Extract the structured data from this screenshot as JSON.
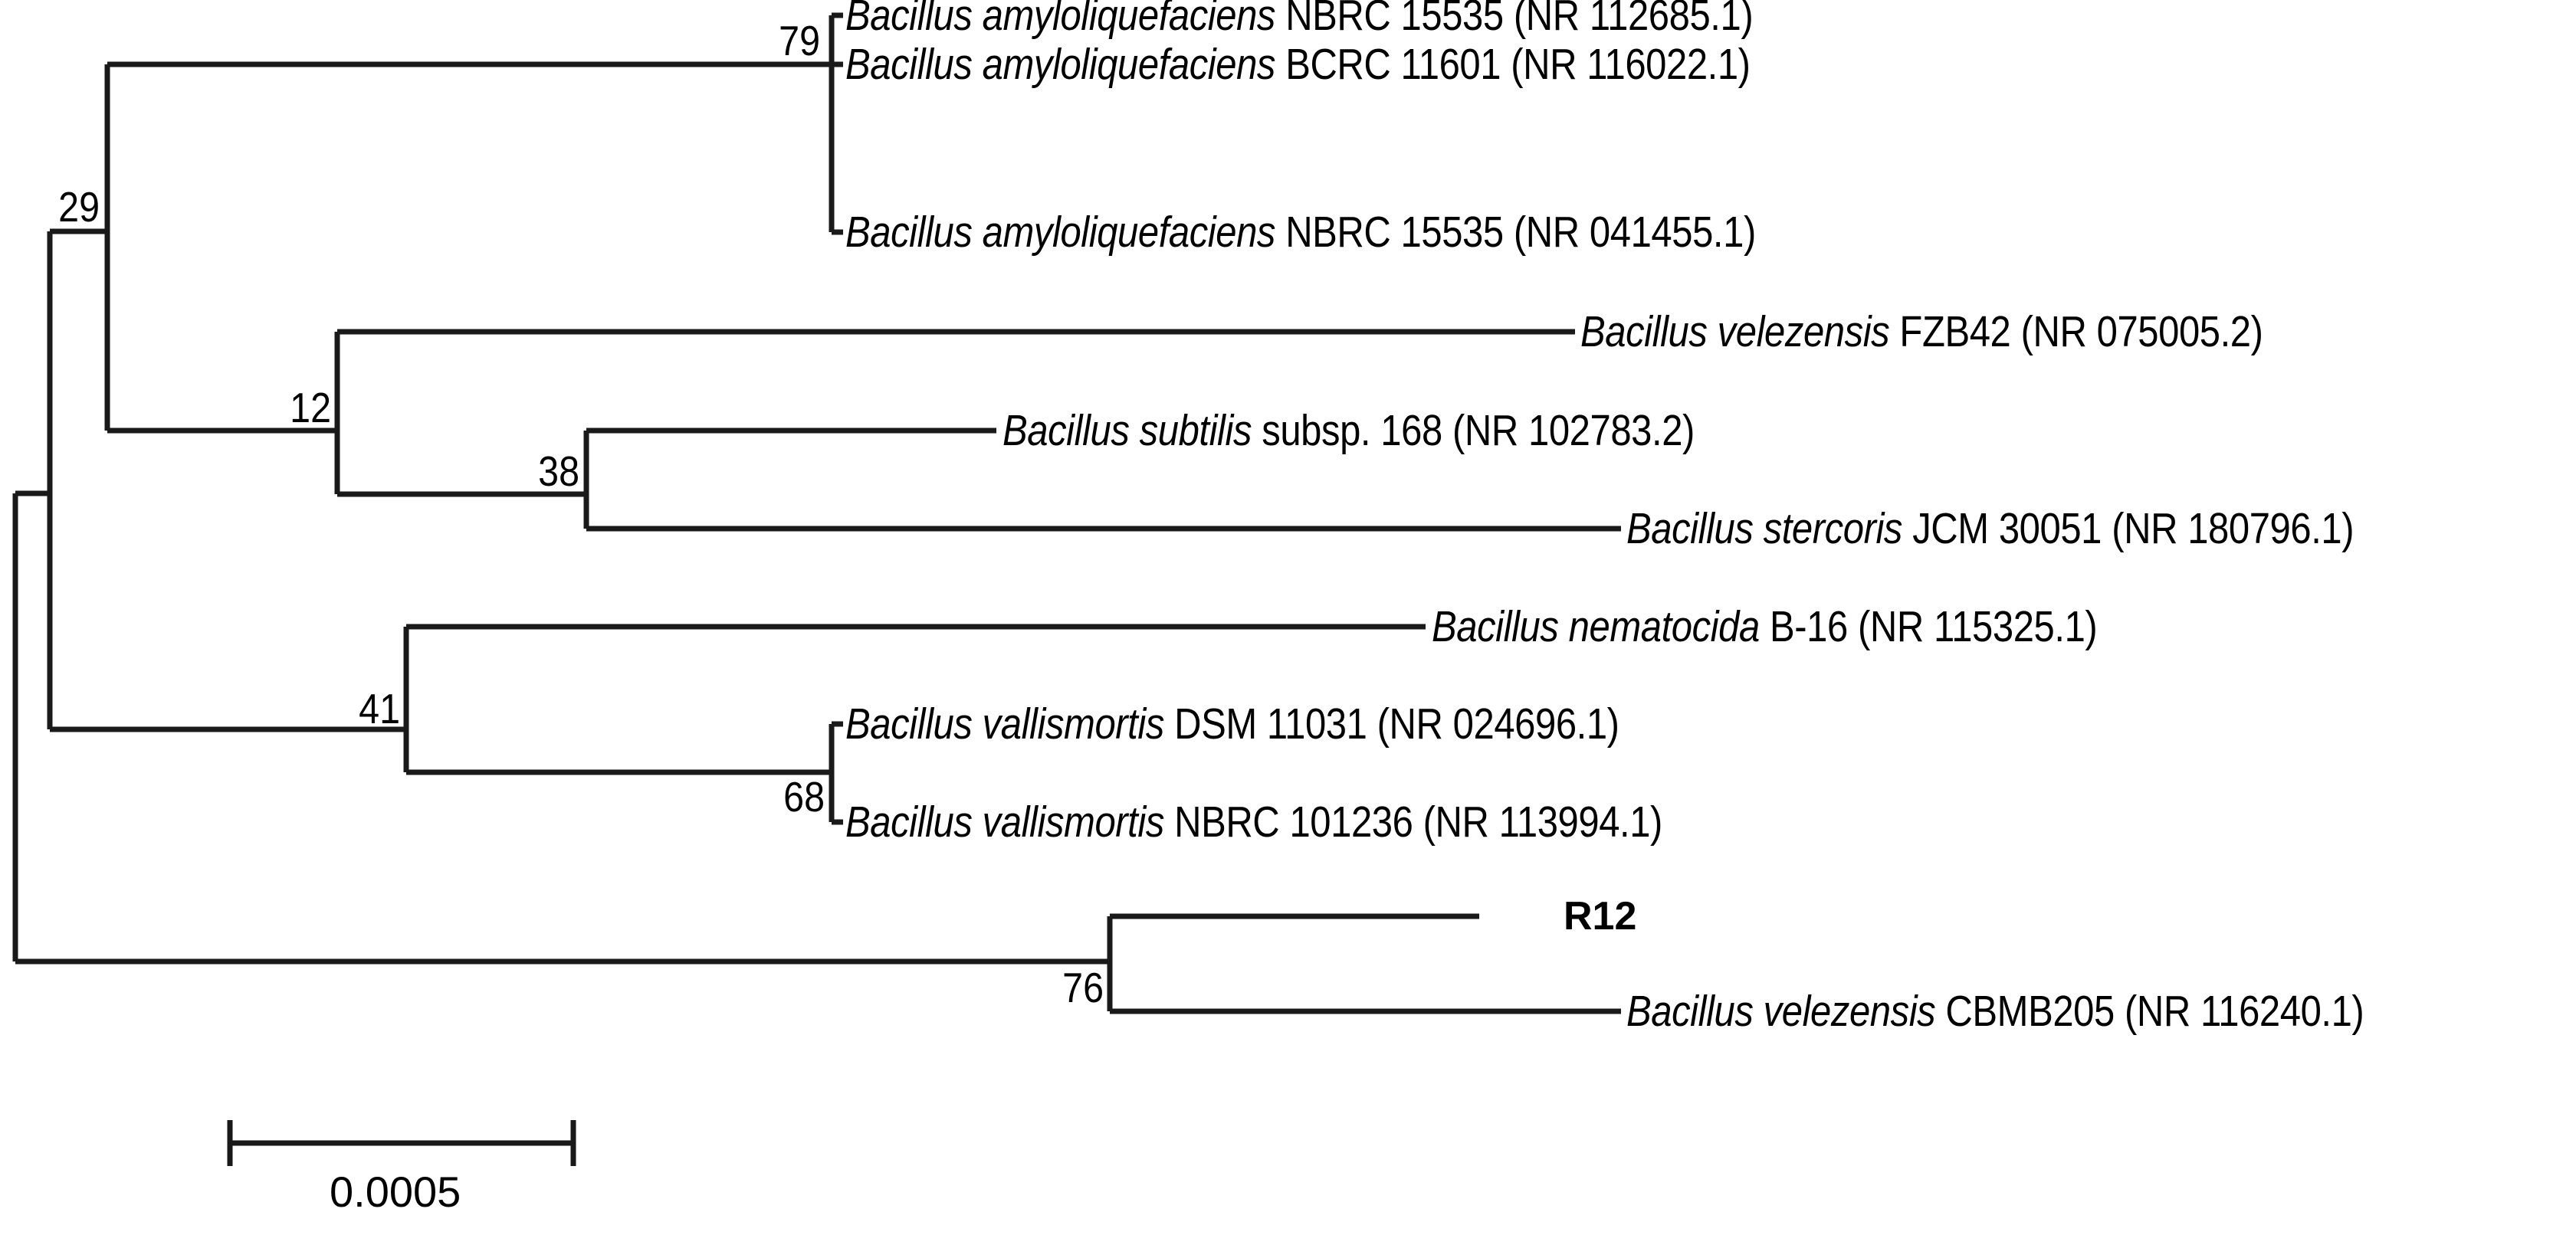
{
  "figure": {
    "type": "phylogenetic-tree",
    "kind": "rectangular-cladogram",
    "line_color": "#1a1a1a",
    "background_color": "#ffffff"
  },
  "chart_data": {
    "type": "table",
    "title": "",
    "taxa": [
      {
        "id": "leaf-1",
        "genus": "Bacillus",
        "species": "amyloliquefaciens",
        "strain": "NBRC 15535",
        "accession": "NR 112685.1",
        "full_label": "Bacillus amyloliquefaciens NBRC 15535 (NR 112685.1)"
      },
      {
        "id": "leaf-2",
        "genus": "Bacillus",
        "species": "amyloliquefaciens",
        "strain": "BCRC 11601",
        "accession": "NR 116022.1",
        "full_label": "Bacillus amyloliquefaciens BCRC 11601 (NR 116022.1)"
      },
      {
        "id": "leaf-3",
        "genus": "Bacillus",
        "species": "amyloliquefaciens",
        "strain": "NBRC 15535",
        "accession": "NR 041455.1",
        "full_label": "Bacillus amyloliquefaciens NBRC 15535 (NR 041455.1)"
      },
      {
        "id": "leaf-4",
        "genus": "Bacillus",
        "species": "velezensis",
        "strain": "FZB42",
        "accession": "NR 075005.2",
        "full_label": "Bacillus velezensis FZB42 (NR 075005.2)"
      },
      {
        "id": "leaf-5",
        "genus": "Bacillus",
        "species": "subtilis",
        "strain": "subsp. 168",
        "accession": "NR 102783.2",
        "full_label": "Bacillus subtilis subsp. 168 (NR 102783.2)"
      },
      {
        "id": "leaf-6",
        "genus": "Bacillus",
        "species": "stercoris",
        "strain": "JCM 30051",
        "accession": "NR 180796.1",
        "full_label": "Bacillus stercoris JCM 30051 (NR 180796.1)"
      },
      {
        "id": "leaf-7",
        "genus": "Bacillus",
        "species": "nematocida",
        "strain": "B-16",
        "accession": "NR 115325.1",
        "full_label": "Bacillus nematocida B-16 (NR 115325.1)"
      },
      {
        "id": "leaf-8",
        "genus": "Bacillus",
        "species": "vallismortis",
        "strain": "DSM 11031",
        "accession": "NR 024696.1",
        "full_label": "Bacillus vallismortis DSM 11031 (NR 024696.1)"
      },
      {
        "id": "leaf-9",
        "genus": "Bacillus",
        "species": "vallismortis",
        "strain": "NBRC 101236",
        "accession": "NR 113994.1",
        "full_label": "Bacillus vallismortis NBRC 101236 (NR 113994.1)"
      },
      {
        "id": "leaf-10",
        "genus": "",
        "species": "",
        "strain": "R12",
        "accession": "",
        "full_label": "R12"
      },
      {
        "id": "leaf-11",
        "genus": "Bacillus",
        "species": "velezensis",
        "strain": "CBMB205",
        "accession": "NR 116240.1",
        "full_label": "Bacillus velezensis CBMB205 (NR 116240.1)"
      }
    ],
    "bootstrap_values": [
      79,
      29,
      12,
      38,
      41,
      68,
      76
    ],
    "scale_bar_value": "0.0005"
  },
  "leaves": {
    "leaf1": {
      "species_text": "Bacillus amyloliquefaciens",
      "strain_text": " NBRC 15535 (NR 112685.1)"
    },
    "leaf2": {
      "species_text": "Bacillus amyloliquefaciens",
      "strain_text": " BCRC 11601 (NR 116022.1)"
    },
    "leaf3": {
      "species_text": "Bacillus amyloliquefaciens",
      "strain_text": " NBRC 15535 (NR 041455.1)"
    },
    "leaf4": {
      "species_text": "Bacillus velezensis",
      "strain_text": " FZB42 (NR 075005.2)"
    },
    "leaf5": {
      "species_text": "Bacillus subtilis",
      "strain_text": " subsp. 168 (NR 102783.2)"
    },
    "leaf6": {
      "species_text": "Bacillus stercoris",
      "strain_text": " JCM 30051 (NR 180796.1)"
    },
    "leaf7": {
      "species_text": "Bacillus nematocida",
      "strain_text": " B-16 (NR 115325.1)"
    },
    "leaf8": {
      "species_text": "Bacillus vallismortis",
      "strain_text": " DSM 11031 (NR 024696.1)"
    },
    "leaf9": {
      "species_text": "Bacillus vallismortis",
      "strain_text": " NBRC 101236 (NR 113994.1)"
    },
    "leaf10": {
      "species_text": "",
      "strain_text": "R12"
    },
    "leaf11": {
      "species_text": "Bacillus velezensis",
      "strain_text": " CBMB205 (NR 116240.1)"
    }
  },
  "support": {
    "node_amyloliquefaciens": "79",
    "node_clade_upper": "29",
    "node_velezensis_subtilis": "12",
    "node_subtilis_stercoris": "38",
    "node_nematocida_vallismortis": "41",
    "node_vallismortis": "68",
    "node_r12_cbmb205": "76"
  },
  "scale": {
    "label": "0.0005"
  }
}
